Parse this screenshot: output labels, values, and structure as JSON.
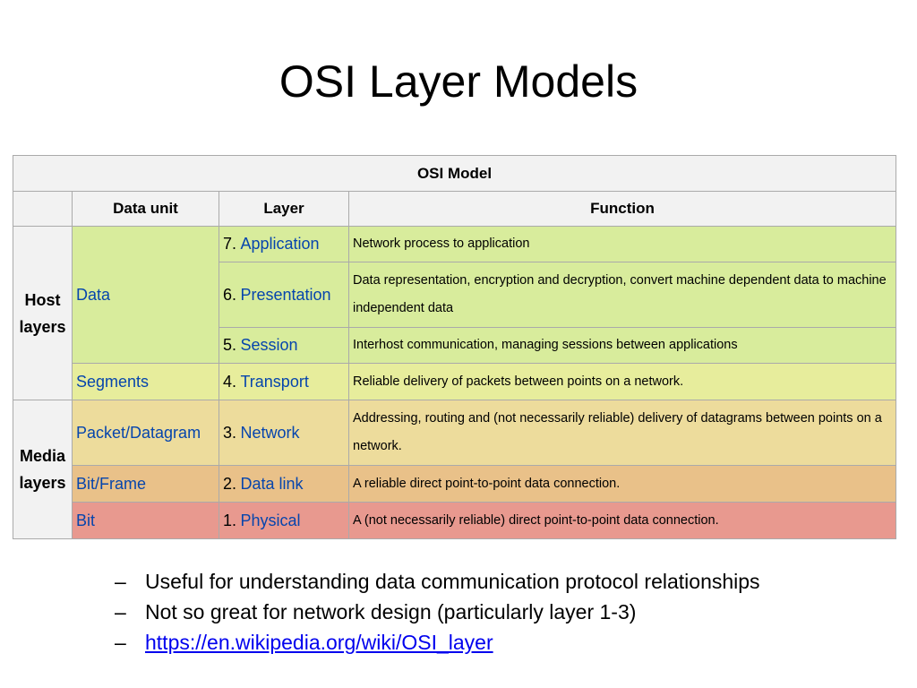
{
  "slide": {
    "title": "OSI Layer Models"
  },
  "table": {
    "caption": "OSI Model",
    "headers": {
      "data_unit": "Data unit",
      "layer": "Layer",
      "function": "Function"
    },
    "groups": {
      "host": "Host layers",
      "media": "Media layers"
    },
    "units": {
      "data": "Data",
      "segments": "Segments",
      "packet": "Packet/Datagram",
      "bitframe": "Bit/Frame",
      "bit": "Bit"
    },
    "layers": [
      {
        "num": "7.",
        "name": "Application",
        "function": "Network process to application"
      },
      {
        "num": "6.",
        "name": "Presentation",
        "function": "Data representation, encryption and decryption, convert machine dependent data to machine independent data"
      },
      {
        "num": "5.",
        "name": "Session",
        "function": "Interhost communication, managing sessions between applications"
      },
      {
        "num": "4.",
        "name": "Transport",
        "function": "Reliable delivery of packets between points on a network."
      },
      {
        "num": "3.",
        "name": "Network",
        "function": "Addressing, routing and (not necessarily reliable) delivery of datagrams between points on a network."
      },
      {
        "num": "2.",
        "name": "Data link",
        "function": "A reliable direct point-to-point data connection."
      },
      {
        "num": "1.",
        "name": "Physical",
        "function": "A (not necessarily reliable) direct point-to-point data connection."
      }
    ]
  },
  "bullets": {
    "dash": "–",
    "items": [
      "Useful for understanding data communication protocol relationships",
      "Not so great for network design (particularly layer 1-3)"
    ],
    "link": "https://en.wikipedia.org/wiki/OSI_layer"
  },
  "colors": {
    "host_green": "#d8ec9c",
    "transport_yellow": "#e7ed9c",
    "network_tan": "#eddc9c",
    "datalink_orange": "#e9c189",
    "physical_red": "#e8998f",
    "link_blue": "#0645ad"
  }
}
